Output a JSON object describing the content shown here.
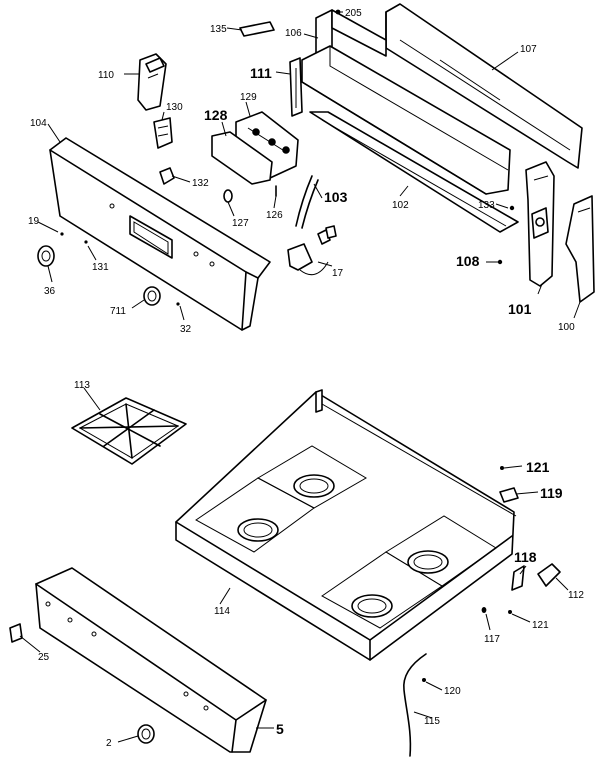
{
  "callouts": {
    "c205": "205",
    "c135": "135",
    "c106": "106",
    "c107": "107",
    "c110": "110",
    "c111": "111",
    "c130": "130",
    "c129": "129",
    "c128": "128",
    "c104": "104",
    "c132": "132",
    "c103": "103",
    "c102": "102",
    "c133": "133",
    "c127": "127",
    "c126": "126",
    "c19": "19",
    "c131": "131",
    "c17": "17",
    "c108": "108",
    "c36": "36",
    "c711": "711",
    "c32": "32",
    "c101": "101",
    "c100": "100",
    "c113": "113",
    "c121a": "121",
    "c119": "119",
    "c118": "118",
    "c112": "112",
    "c114": "114",
    "c117": "117",
    "c121b": "121",
    "c25": "25",
    "c120": "120",
    "c5": "5",
    "c115": "115",
    "c2": "2"
  }
}
